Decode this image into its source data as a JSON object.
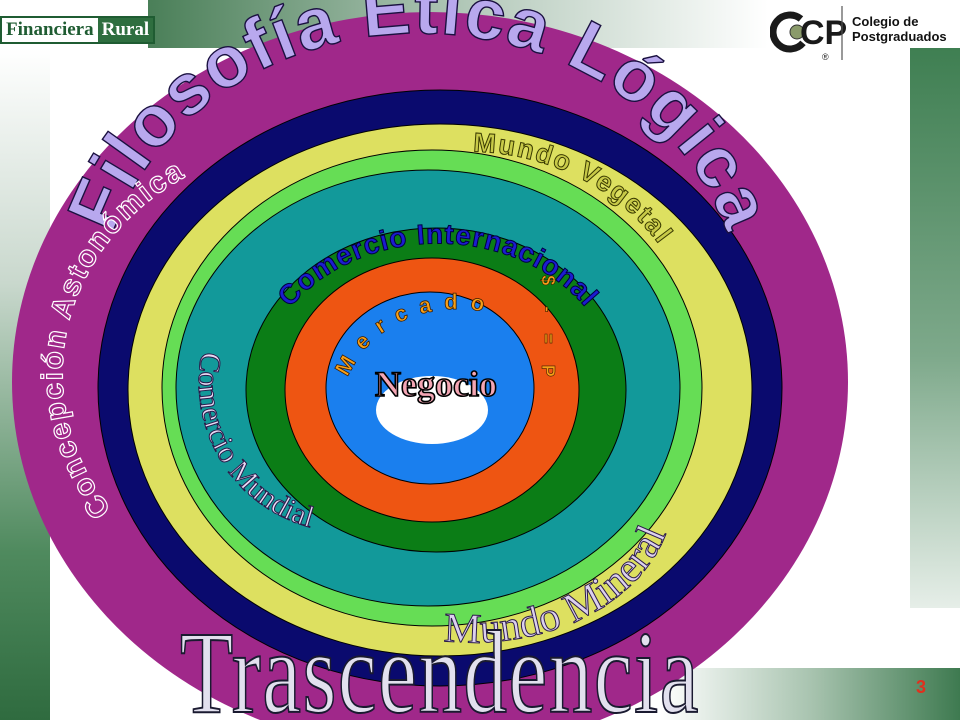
{
  "logos": {
    "financiera_part1": "Financiera",
    "financiera_part2": "Rural",
    "cp_mark": "CP",
    "cp_registered": "®",
    "colegio_line1": "Colegio de",
    "colegio_line2": "Postgraduados"
  },
  "labels": {
    "filosofia": "Filosofía Etica Lógica",
    "concepcion": "Concepción Astonómica",
    "mundo_vegetal": "Mundo Vegetal",
    "comercio_internacional": "Comercio Internacional",
    "mercado": "Mercado",
    "comercio_mundial": "Comercio Mundial",
    "negocio": "Negocio",
    "pair_mark": "$ - = P",
    "mundo_mineral": "Mundo Mineral",
    "trascendencia": "Trascendencia"
  },
  "page": {
    "number": "3"
  },
  "colors": {
    "ring_purple": "#a0288a",
    "ring_navy": "#0a0a6e",
    "ring_yellow": "#dde060",
    "ring_lightgreen": "#66dd55",
    "ring_teal": "#12999a",
    "ring_darkgreen": "#0b7d16",
    "ring_orange": "#ee5512",
    "ring_blue": "#1a7fee",
    "center_white": "#ffffff"
  }
}
